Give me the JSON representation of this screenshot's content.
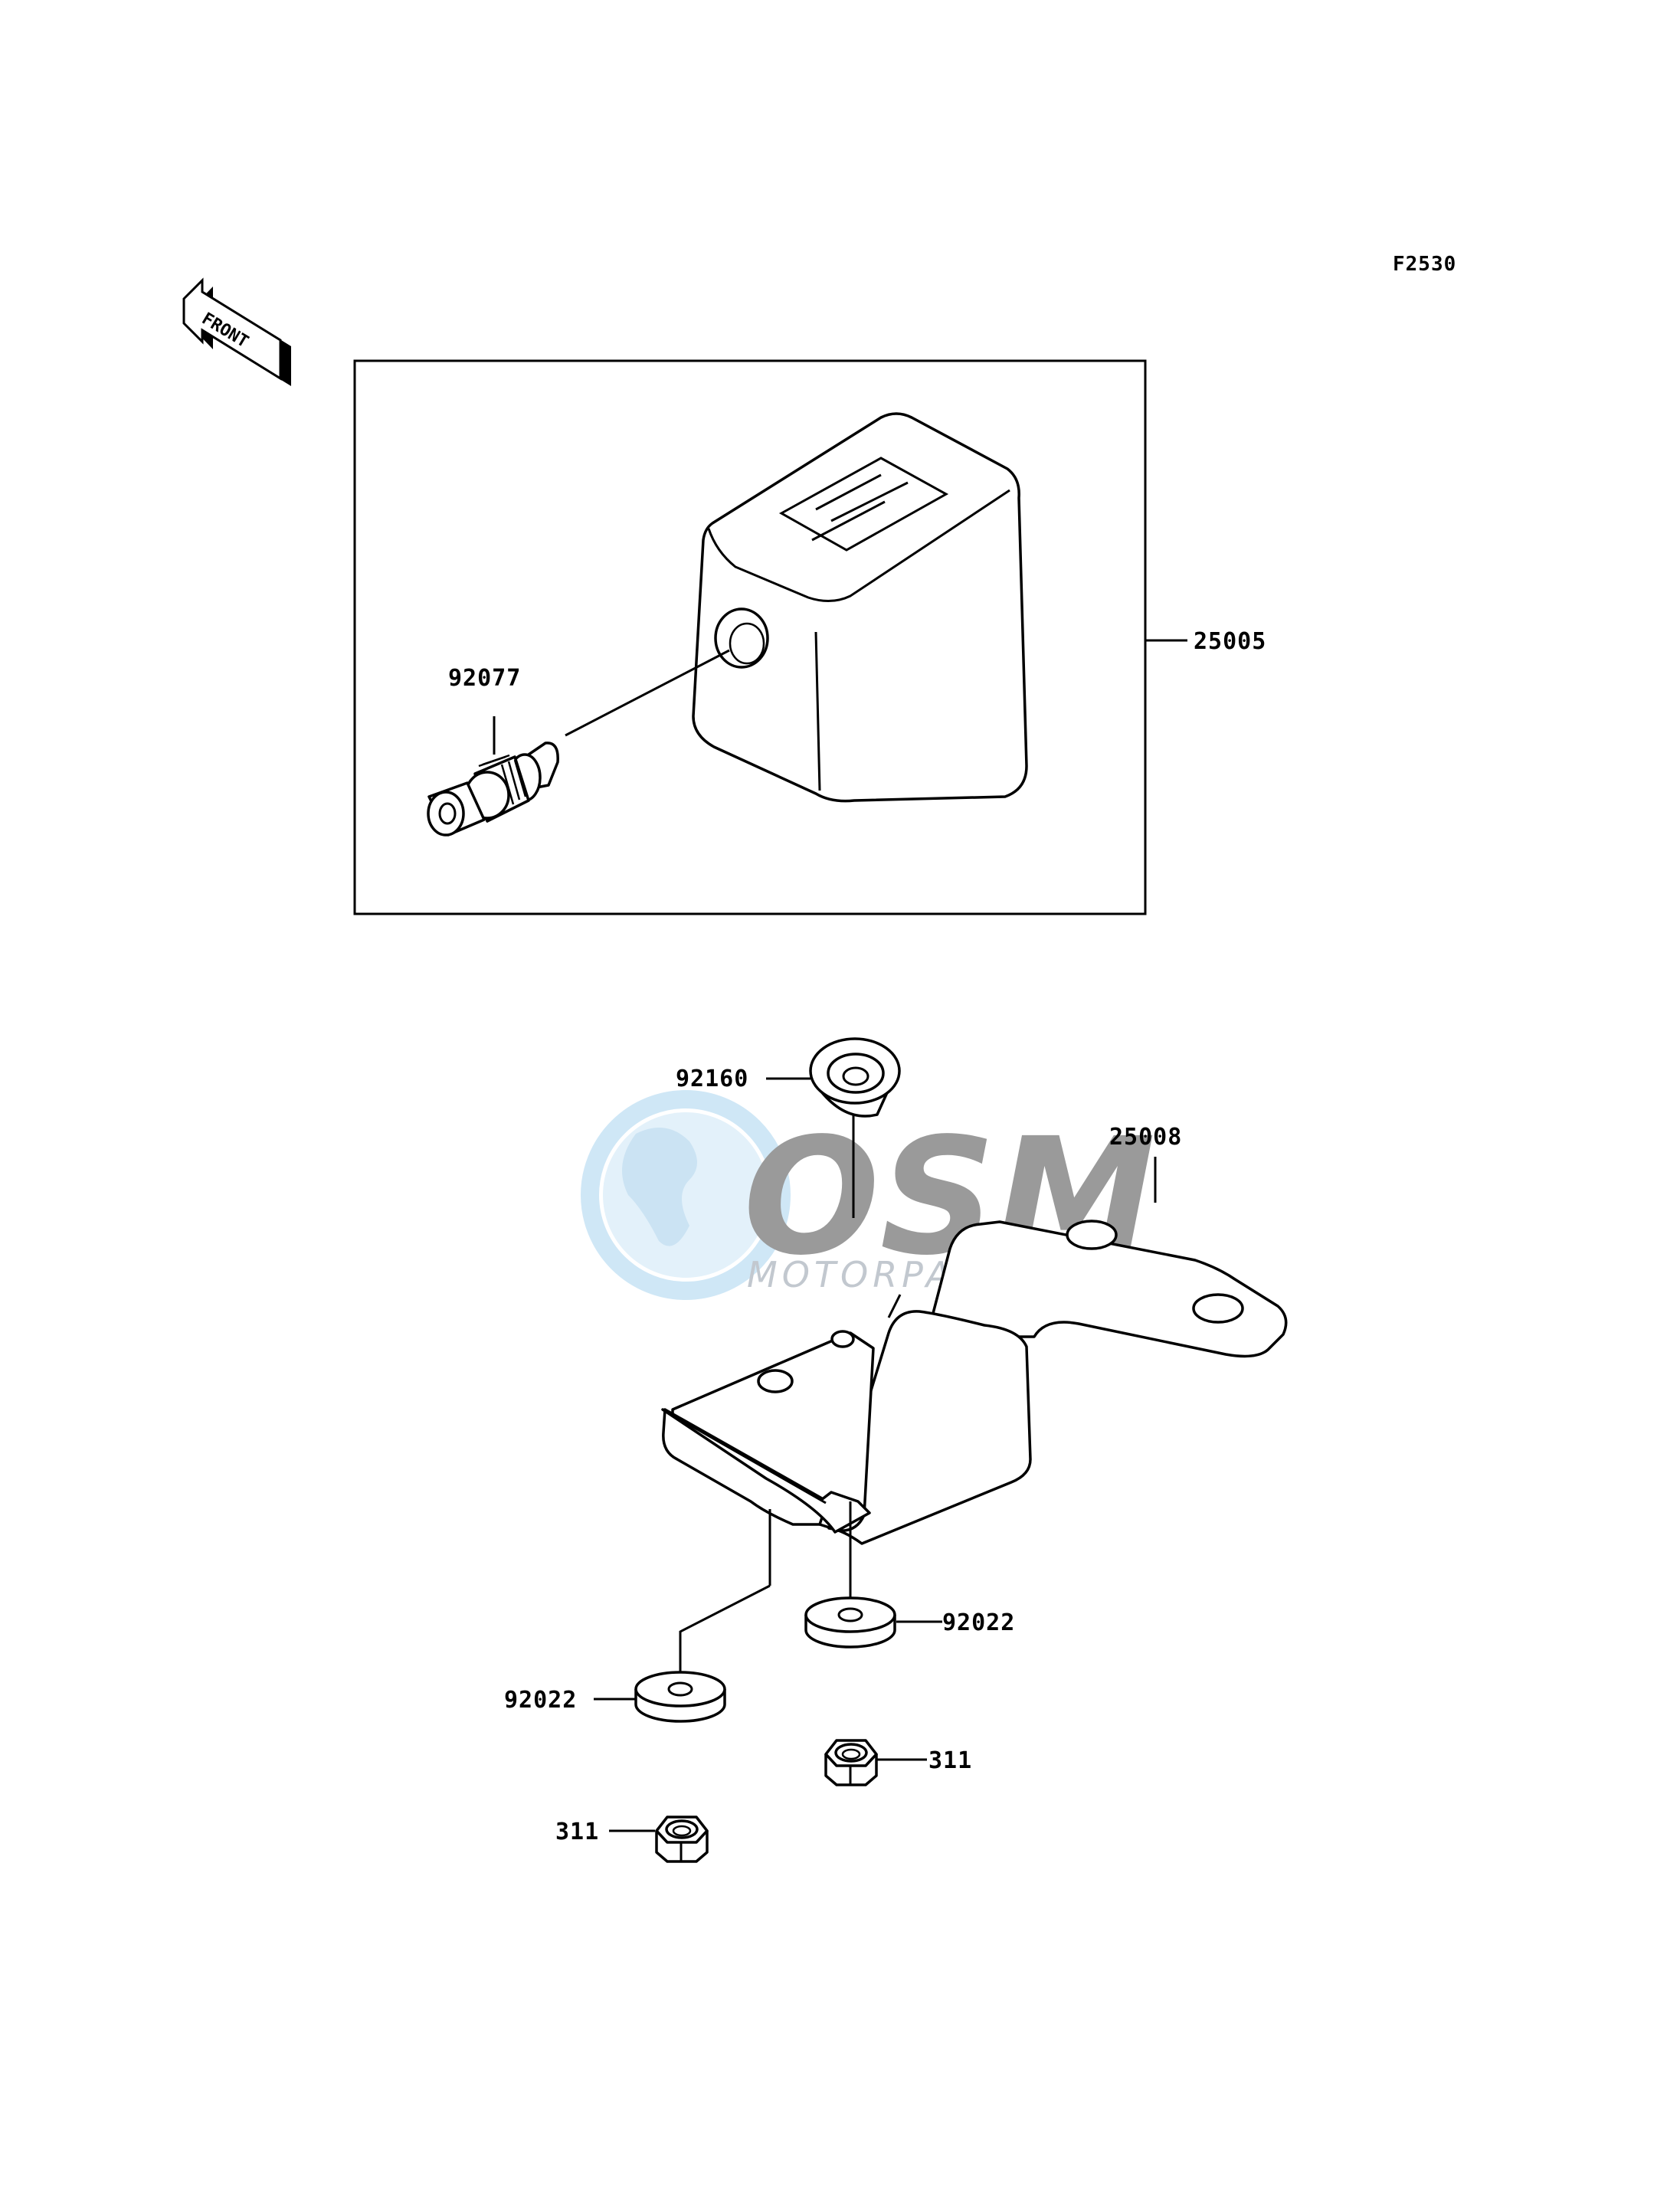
{
  "figure_code": "F2530",
  "front_arrow_text": "FRONT",
  "parts": {
    "meter": "25005",
    "cable_fitting": "92077",
    "bracket": "25008",
    "grommet": "92160",
    "washer_right": "92022",
    "washer_left": "92022",
    "nut_right": "311",
    "nut_left": "311"
  },
  "watermark": {
    "brand": "OSM",
    "subtitle": "MOTORPARTS"
  }
}
